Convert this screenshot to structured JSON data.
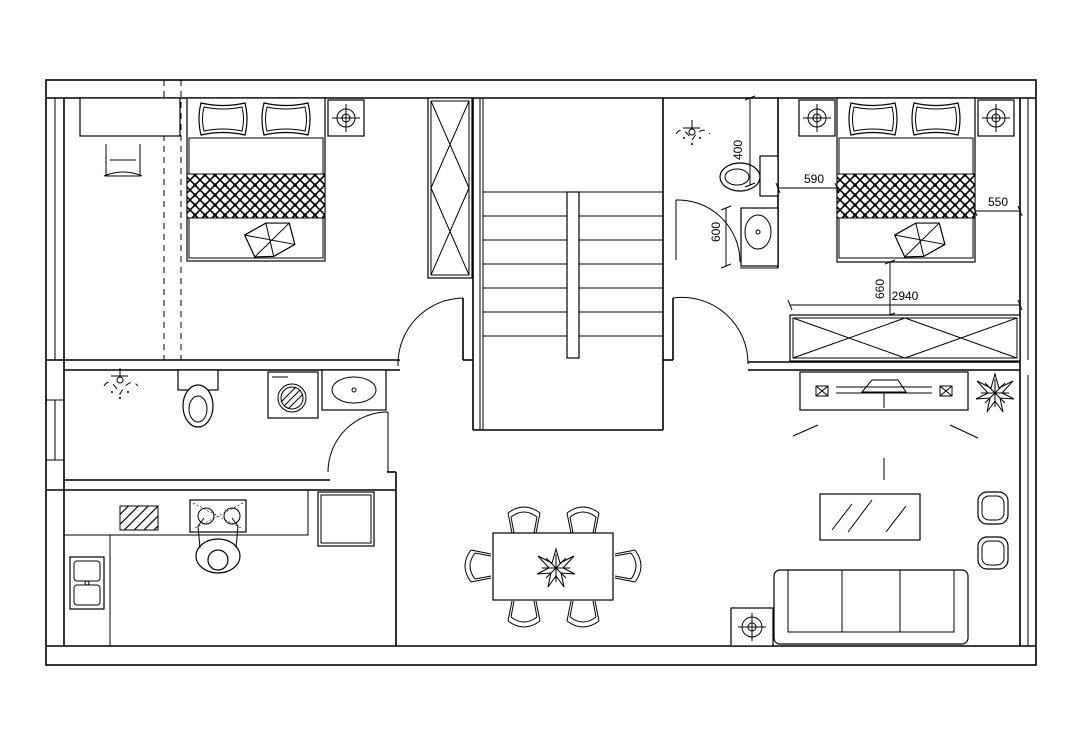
{
  "dimensions": {
    "d400": "400",
    "d590": "590",
    "d550": "550",
    "d600": "600",
    "d660": "660",
    "d2940": "2940"
  },
  "line_color": "#000000",
  "background_color": "#ffffff",
  "symbols": [
    "bed-symbol",
    "pillow-icon",
    "lamp-icon",
    "toilet-icon",
    "sink-icon",
    "washing-machine-icon",
    "shower-icon",
    "stair-symbol",
    "wardrobe-symbol",
    "stove-icon",
    "cook-figure-icon",
    "dining-table-symbol",
    "chair-icon",
    "plant-icon",
    "sofa-symbol",
    "tv-unit-symbol",
    "armchair-icon",
    "desk-chair-icon",
    "fridge-icon"
  ]
}
